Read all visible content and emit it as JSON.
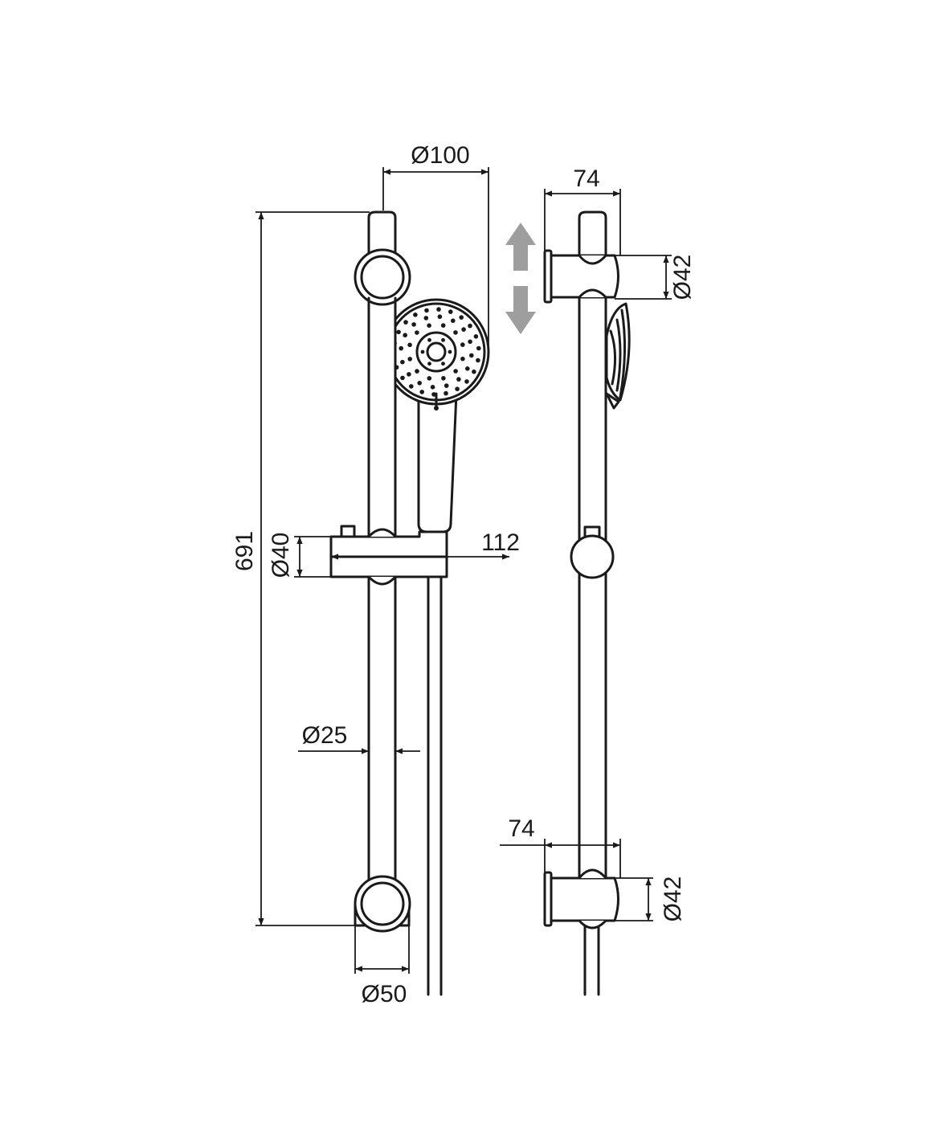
{
  "dimensions": {
    "head_diameter": "Ø100",
    "side_depth_top": "74",
    "bracket_diameter_top": "Ø42",
    "overall_height": "691",
    "holder_diameter": "Ø40",
    "holder_projection": "112",
    "rail_diameter": "Ø25",
    "side_depth_bottom": "74",
    "bracket_diameter_bottom": "Ø42",
    "base_diameter": "Ø50"
  },
  "colors": {
    "line": "#1a1a1a",
    "arrow": "#9e9e9e"
  },
  "icons": [
    "up-down-arrow-icon"
  ]
}
